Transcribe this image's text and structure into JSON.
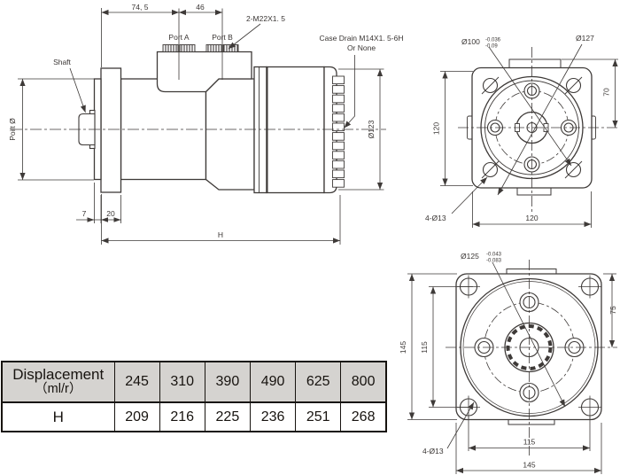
{
  "colors": {
    "line": "#3e3a38",
    "table_border": "#17130f",
    "table_header_bg": "#d5d3d0",
    "background": "#ffffff"
  },
  "side_view": {
    "dim_74_5": "74, 5",
    "dim_46": "46",
    "thread_label": "2-M22X1. 5",
    "port_a": "Port A",
    "port_b": "Port B",
    "case_drain_line1": "Case Drain M14X1. 5-6H",
    "case_drain_line2": "Or None",
    "shaft_label": "Shaft",
    "pilot_label": "Poilt Ø",
    "dia_123": "Ø123",
    "dim_7": "7",
    "dim_20": "20",
    "dim_h": "H"
  },
  "flange_view_top": {
    "dia_100": "Ø100",
    "tol_100_upper": "-0.036",
    "tol_100_lower": "-0.09",
    "dia_127": "Ø127",
    "dim_120_left": "120",
    "dim_70": "70",
    "holes_label": "4-Ø13",
    "dim_120_bottom": "120"
  },
  "flange_view_bottom": {
    "dia_125": "Ø125",
    "tol_125_upper": "-0.043",
    "tol_125_lower": "-0.083",
    "dim_145_left": "145",
    "dim_115_left": "115",
    "dim_75": "75",
    "holes_label": "4-Ø13",
    "dim_115_bottom": "115",
    "dim_145_bottom": "145"
  },
  "table": {
    "header_line1": "Displacement",
    "header_line2": "（ml/r）",
    "row_label": "H",
    "displacements": [
      "245",
      "310",
      "390",
      "490",
      "625",
      "800"
    ],
    "h_values": [
      "209",
      "216",
      "225",
      "236",
      "251",
      "268"
    ]
  }
}
